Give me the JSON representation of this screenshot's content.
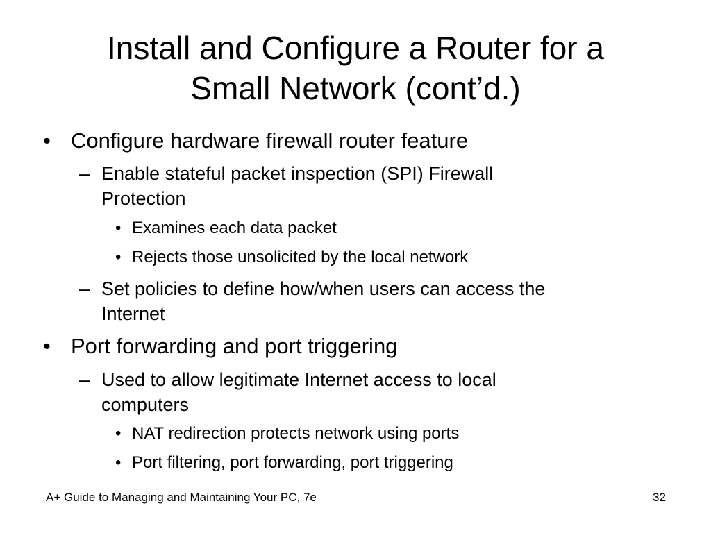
{
  "slide": {
    "title_lines": [
      "Install and Configure a Router for a",
      "Small Network (cont’d.)"
    ],
    "bullets": [
      {
        "marker": "•",
        "lines": [
          "Configure hardware firewall router feature"
        ]
      },
      {
        "marker": "–",
        "lines": [
          "Enable stateful packet inspection (SPI) Firewall",
          "Protection"
        ]
      },
      {
        "marker": "•",
        "lines": [
          "Examines each data packet"
        ]
      },
      {
        "marker": "•",
        "lines": [
          "Rejects those unsolicited by the local network"
        ]
      },
      {
        "marker": "–",
        "lines": [
          "Set policies to define how/when users can access the",
          "Internet"
        ]
      },
      {
        "marker": "•",
        "lines": [
          "Port forwarding and port triggering"
        ]
      },
      {
        "marker": "–",
        "lines": [
          "Used to allow legitimate Internet access to local",
          "computers"
        ]
      },
      {
        "marker": "•",
        "lines": [
          "NAT redirection protects network using ports"
        ]
      },
      {
        "marker": "•",
        "lines": [
          "Port filtering, port forwarding, port triggering"
        ]
      }
    ],
    "footer": {
      "left": "A+ Guide to Managing and Maintaining Your PC, 7e",
      "page_number": "32"
    }
  }
}
